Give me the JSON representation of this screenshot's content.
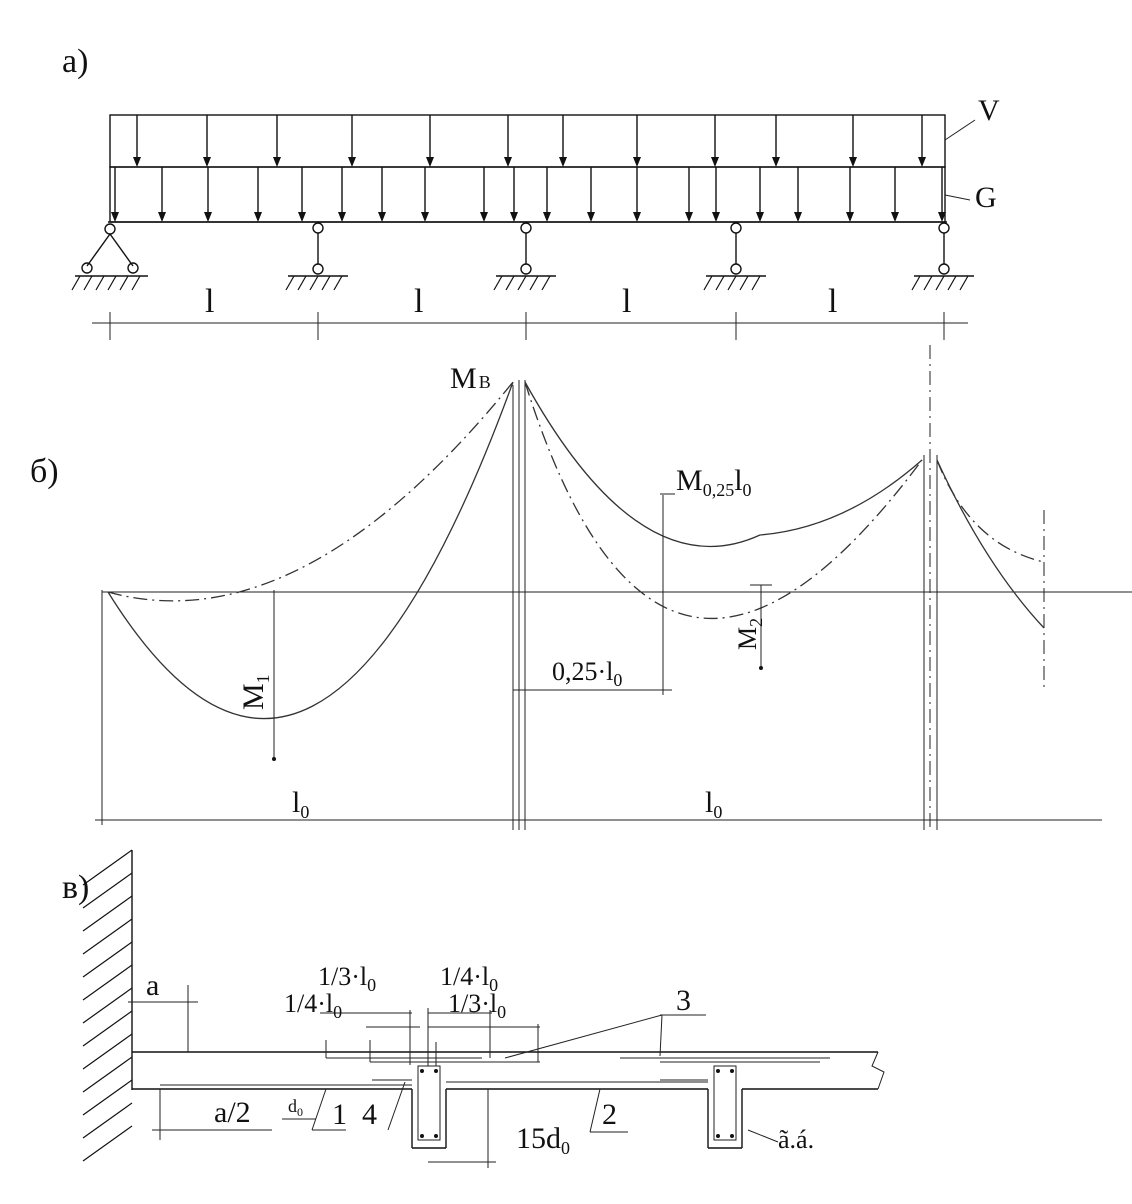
{
  "section_a": {
    "label": "а)",
    "load_v": "V",
    "load_g": "G",
    "span_labels": [
      "l",
      "l",
      "l",
      "l"
    ]
  },
  "section_b": {
    "label": "б)",
    "mb": "M",
    "mb_sub": "В",
    "m1": "M",
    "m1_sub": "1",
    "m2": "M",
    "m2_sub": "2",
    "m025": "M",
    "m025_sub": "0,25",
    "m025_tail": "l",
    "m025_tail_sub": "0",
    "dist": "0,25·l",
    "dist_sub": "0",
    "l0_a": "l",
    "l0_a_sub": "0",
    "l0_b": "l",
    "l0_b_sub": "0"
  },
  "section_c": {
    "label": "в)",
    "a": "a",
    "a_half": "a/2",
    "d0": "d",
    "d0_sub": "0",
    "n1": "1",
    "n2": "2",
    "n3": "3",
    "n4": "4",
    "third_left": "1/3·l",
    "third_left_sub": "0",
    "quarter_left": "1/4·l",
    "quarter_left_sub": "0",
    "quarter_right": "1/4·l",
    "quarter_right_sub": "0",
    "third_right": "1/3·l",
    "third_right_sub": "0",
    "fifteen_d0": "15d",
    "fifteen_d0_sub": "0",
    "beam_mark": "ã.á."
  }
}
